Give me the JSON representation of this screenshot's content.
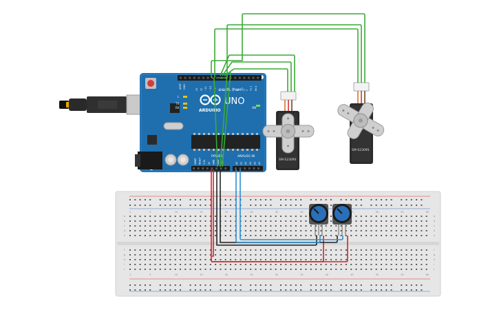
{
  "board": {
    "brand": "ARDUINO",
    "model": "UNO",
    "on_label": "ON",
    "digital_label": "DIGITAL (PWM~)",
    "analog_label": "ANALOG IN",
    "power_label": "POWER",
    "tx_label": "TX",
    "rx_label": "RX",
    "l_label": "L",
    "aref_label": "AREF",
    "gnd_label": "GND",
    "power_pins": [
      "IOREF",
      "RESET",
      "3.3V",
      "5V",
      "GND",
      "GND",
      "VIN"
    ],
    "analog_pins": [
      "A0",
      "A1",
      "A2",
      "A3",
      "A4",
      "A5"
    ],
    "digital_pins": [
      "13",
      "12",
      "~11",
      "~10",
      "~9",
      "8",
      "7",
      "~6",
      "~5",
      "4",
      "~3",
      "2",
      "TX 1",
      "RX 0"
    ]
  },
  "servos": [
    {
      "label": "SM-S2309S"
    },
    {
      "label": "SM-S2309S"
    }
  ],
  "breadboard": {
    "column_numbers": [
      "1",
      "5",
      "10",
      "15",
      "20",
      "25",
      "30",
      "35",
      "40",
      "45",
      "50",
      "55",
      "60"
    ],
    "row_letters_top": [
      "a",
      "b",
      "c",
      "d",
      "e"
    ],
    "row_letters_bottom": [
      "f",
      "g",
      "h",
      "i",
      "j"
    ]
  },
  "colors": {
    "board": "#1f6fae",
    "wire_green": "#3aaa35",
    "wire_red": "#d81f26",
    "wire_black": "#222222",
    "wire_blue": "#2a8fd1",
    "breadboard": "#e8e8e8",
    "pot": "#2a6fb8"
  }
}
